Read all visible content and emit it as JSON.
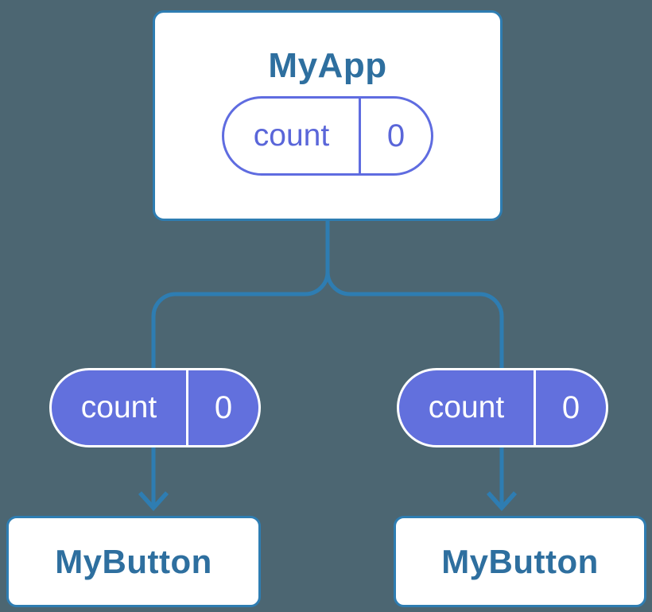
{
  "diagram": {
    "parent": {
      "title": "MyApp",
      "state": {
        "key": "count",
        "value": "0"
      }
    },
    "children": [
      {
        "title": "MyButton",
        "state": {
          "key": "count",
          "value": "0"
        }
      },
      {
        "title": "MyButton",
        "state": {
          "key": "count",
          "value": "0"
        }
      }
    ]
  },
  "colors": {
    "background": "#4c6672",
    "connector_line": "#2e7db2",
    "card_background": "#ffffff",
    "card_border": "#2e7db2",
    "title_text": "#2e6f9f",
    "pill_fill_purple": "#6270dd",
    "pill_outline_purple": "#5f6ce0",
    "pill_filled_text": "#ffffff"
  }
}
